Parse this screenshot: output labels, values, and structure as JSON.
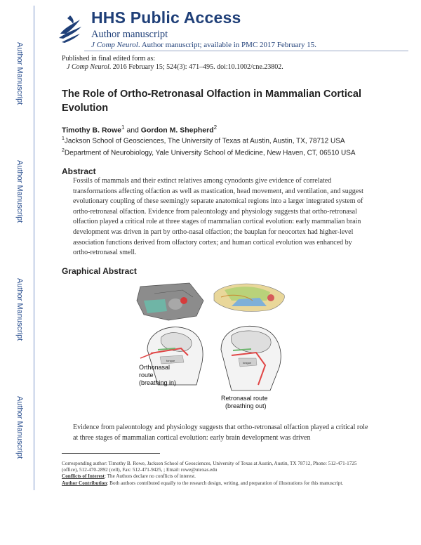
{
  "header": {
    "title": "HHS Public Access",
    "subtitle": "Author manuscript",
    "journal": "J Comp Neurol",
    "citation_rest": ". Author manuscript; available in PMC 2017 February 15."
  },
  "rail_label": "Author Manuscript",
  "published_line": "Published in final edited form as:",
  "pub_citation": {
    "journal": "J Comp Neurol",
    "rest": ". 2016 February 15; 524(3): 471–495. doi:10.1002/cne.23802."
  },
  "title": "The Role of Ortho-Retronasal Olfaction in Mammalian Cortical Evolution",
  "authors": {
    "first": "Timothy B. Rowe",
    "first_sup": "1",
    "and": " and ",
    "second": "Gordon M. Shepherd",
    "second_sup": "2"
  },
  "affiliations": [
    {
      "sup": "1",
      "text": "Jackson School of Geosciences, The University of Texas at Austin, Austin, TX, 78712 USA"
    },
    {
      "sup": "2",
      "text": "Department of Neurobiology, Yale University School of Medicine, New Haven, CT, 06510 USA"
    }
  ],
  "abstract_heading": "Abstract",
  "abstract": "Fossils of mammals and their extinct relatives among cynodonts give evidence of correlated transformations affecting olfaction as well as mastication, head movement, and ventilation, and suggest evolutionary coupling of these seemingly separate anatomical regions into a larger integrated system of ortho-retronasal olfaction. Evidence from paleontology and physiology suggests that ortho-retronasal olfaction played a critical role at three stages of mammalian cortical evolution: early mammalian brain development was driven in part by ortho-nasal olfaction; the bauplan for neocortex had higher-level association functions derived from olfactory cortex; and human cortical evolution was enhanced by ortho-retronasal smell.",
  "graphical_heading": "Graphical Abstract",
  "figure": {
    "ortho_label_1": "Orthonasal",
    "ortho_label_2": "route",
    "ortho_label_3": "(breathing in)",
    "retro_label_1": "Retronasal route",
    "retro_label_2": "(breathing out)",
    "tongue_label": "tongue"
  },
  "graphical_text": "Evidence from paleontology and physiology suggests that ortho-retronasal olfaction played a critical role at three stages of mammalian cortical evolution: early brain development was driven",
  "footnotes": {
    "corresponding": "Corresponding author: Timothy B. Rowe, Jackson School of Geosciences, University of Texas at Austin, Austin, TX 78712, Phone: 512-471-1725 (office), 512-470-2892 (cell), Fax: 512-471-9425, ; Email: rowe@utexas.edu",
    "coi_label": "Conflicts of Interest",
    "coi_text": ": The Authors declare no conflicts of interest.",
    "contrib_label": "Author Contribution",
    "contrib_text": ": Both authors contributed equally to the research design, writing, and preparation of illustrations for this manuscript."
  },
  "colors": {
    "brand": "#1f3f78",
    "rail": "#2a4f8f"
  }
}
